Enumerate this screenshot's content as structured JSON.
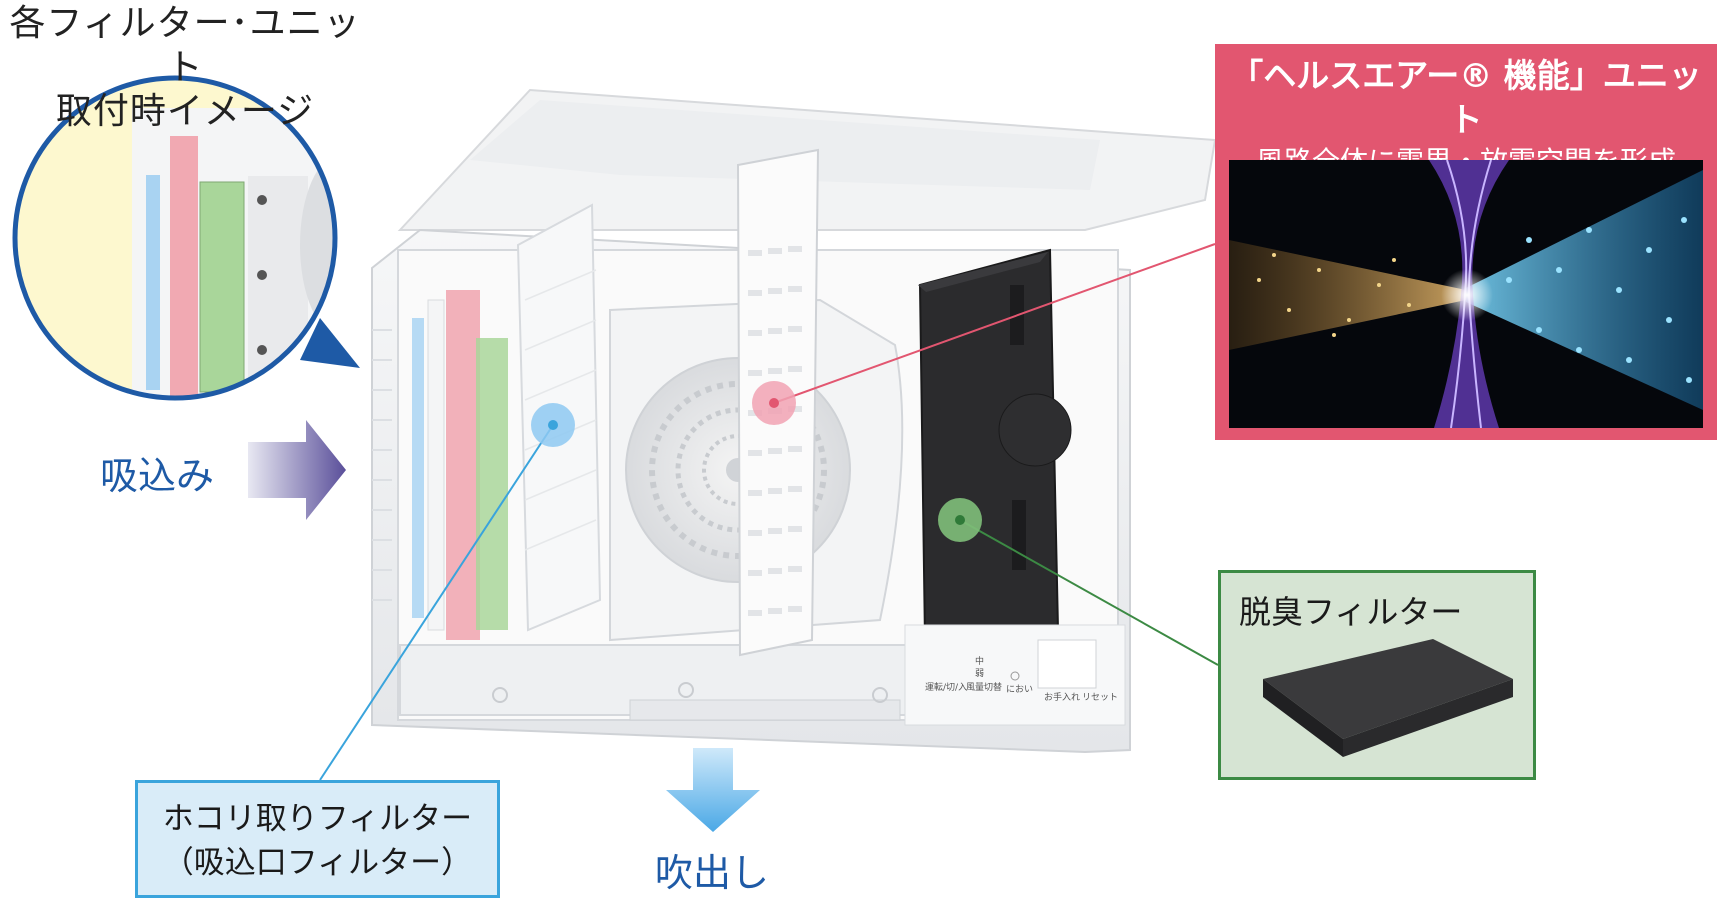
{
  "title_block": {
    "line1": "各フィルター･ユニット",
    "line2": "取付時イメージ"
  },
  "intake": {
    "label": "吸込み"
  },
  "outlet": {
    "label": "吹出し"
  },
  "health_air_unit": {
    "title": "「ヘルスエアー® 機能」ユニット",
    "subtitle": "風路全体に電界・放電空間を形成"
  },
  "deodorizing_filter": {
    "label": "脱臭フィルター"
  },
  "dust_filter": {
    "label": "ホコリ取りフィルター",
    "sublabel": "（吸込口フィルター）"
  },
  "control_panel": {
    "run_label": "運転/切/入",
    "fan_label": "風量切替",
    "fan_mid": "中",
    "fan_low": "弱",
    "odor_label": "におい",
    "care_label": "お手入れ",
    "reset_label": "リセット"
  },
  "colors": {
    "accent_blue": "#1e5aa6",
    "health_pink": "#e25670",
    "deo_green": "#3c8a44",
    "dust_blue": "#3aa4dc",
    "filter_blue": "#a9d3f2",
    "filter_pink": "#f1a9b2",
    "filter_green": "#a9d69a"
  }
}
